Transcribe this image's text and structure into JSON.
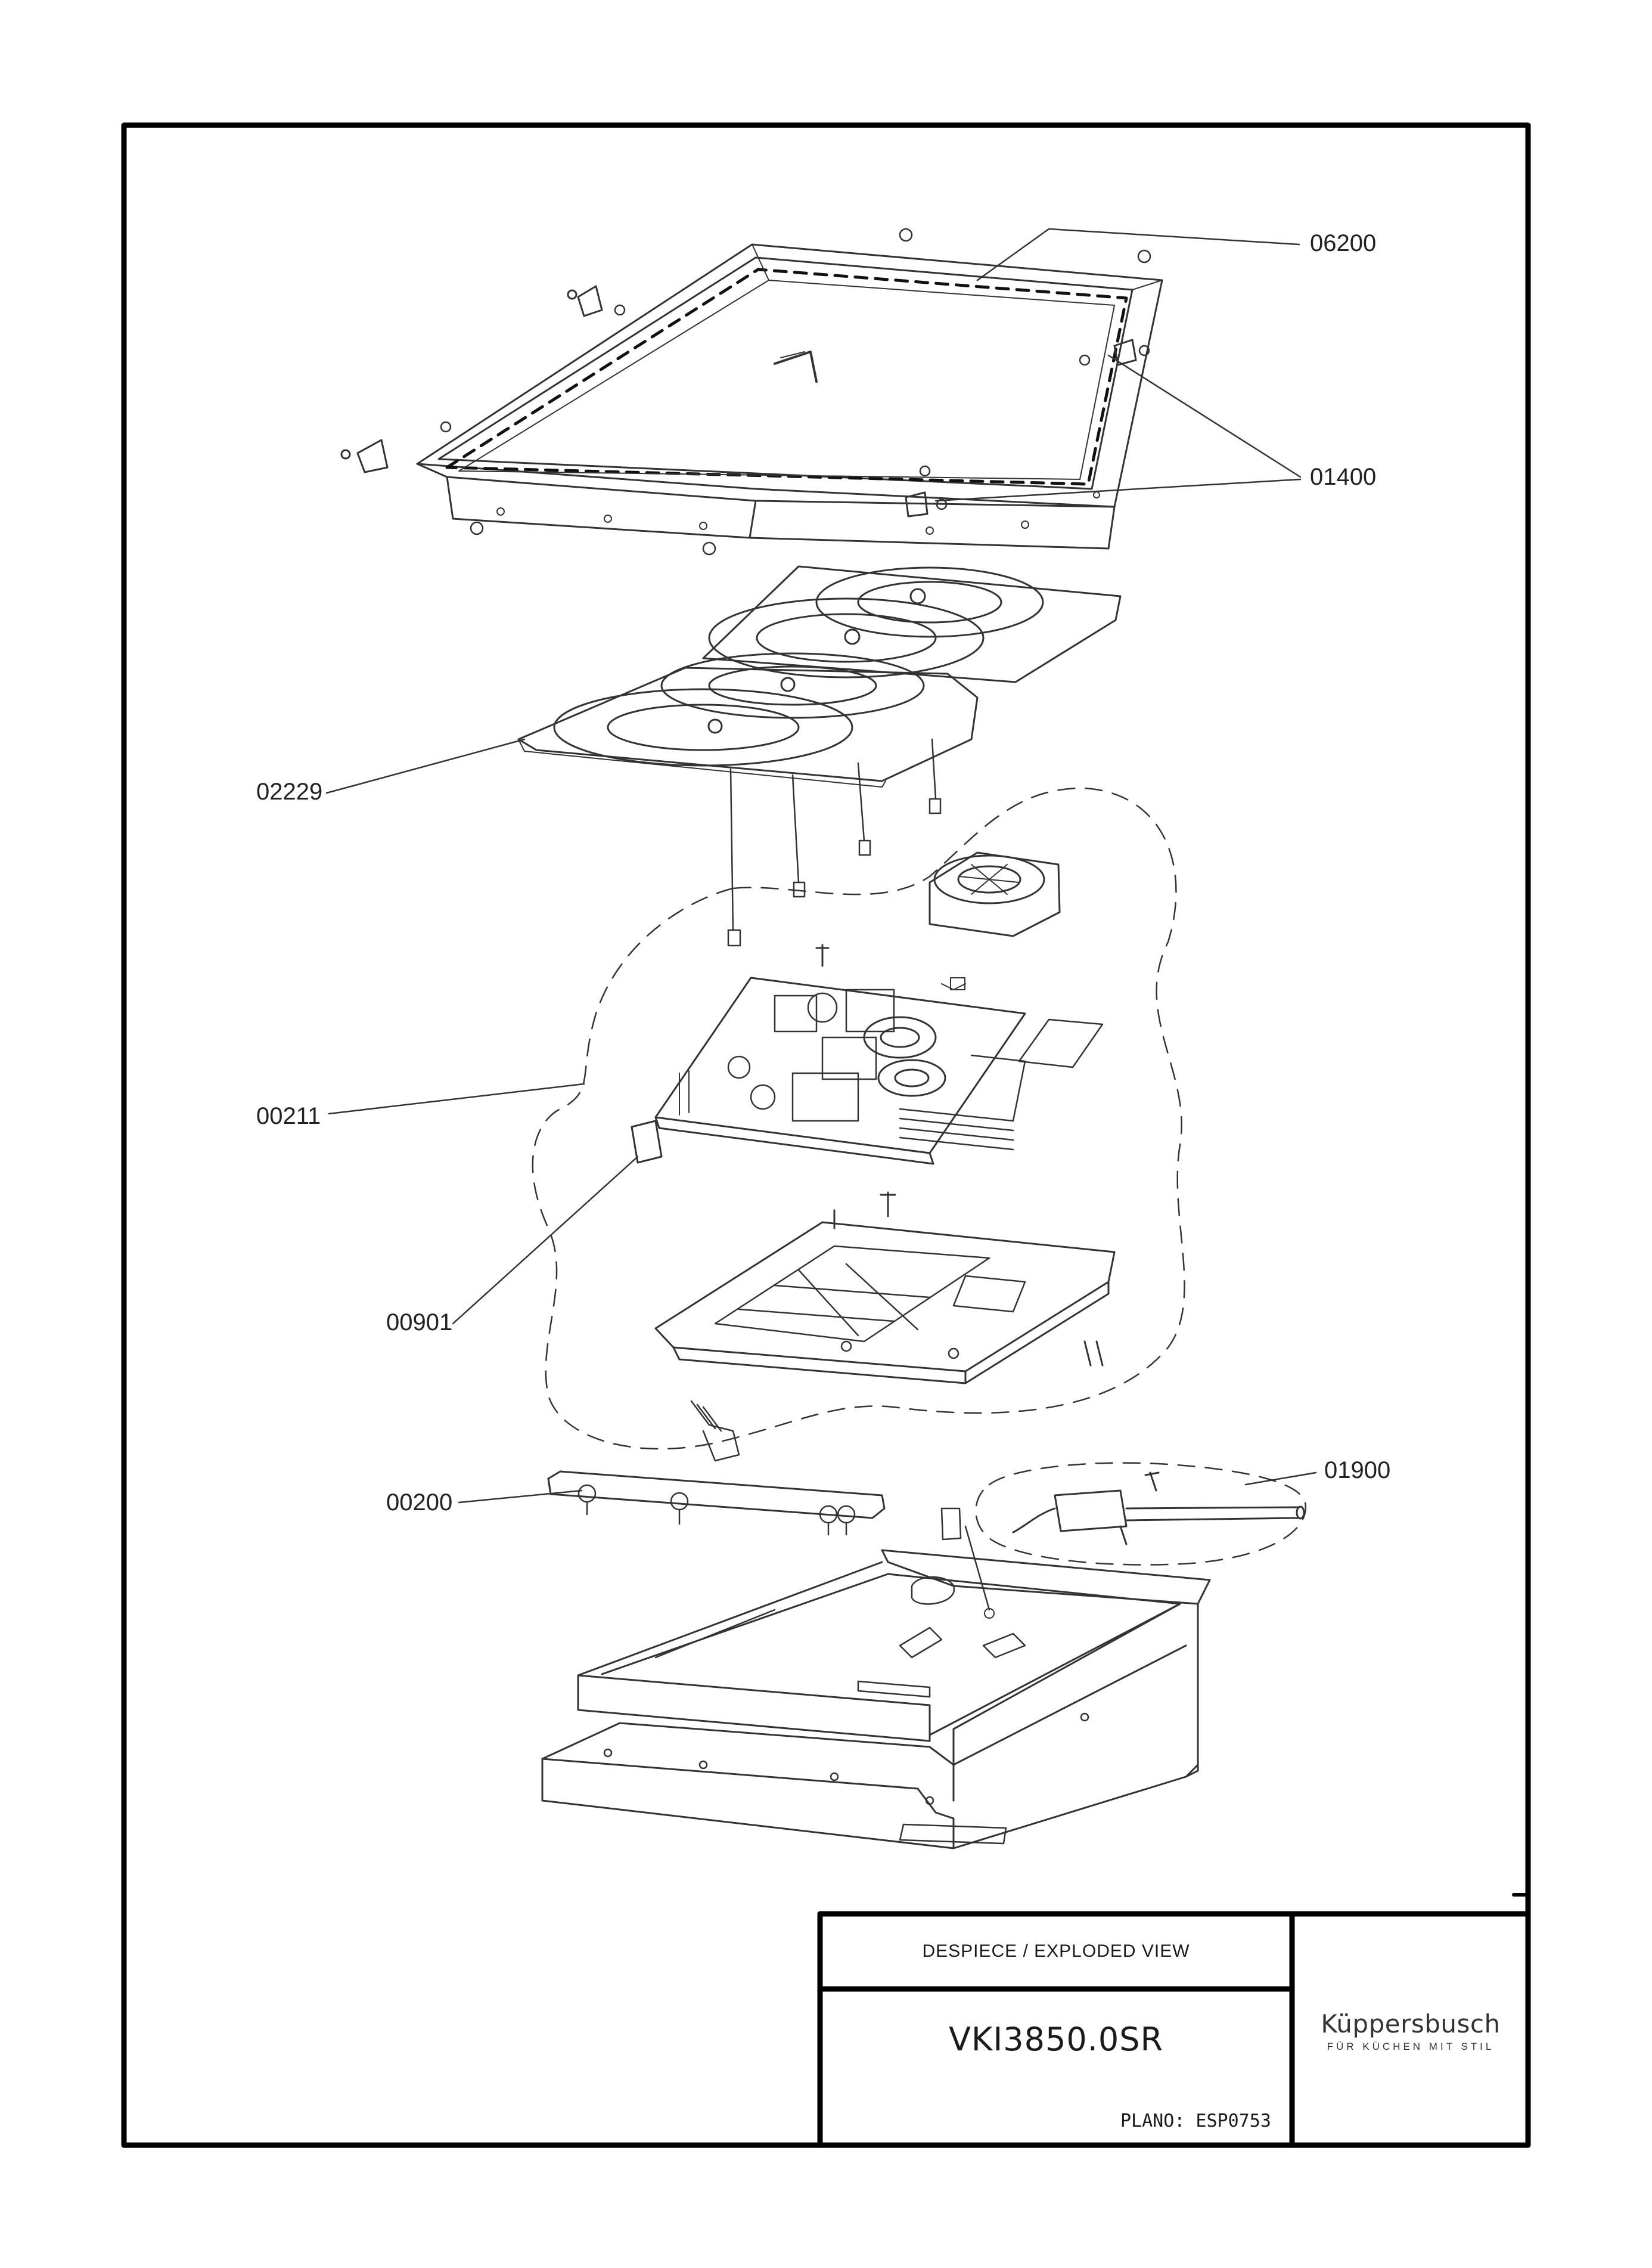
{
  "part_labels": [
    {
      "id": "06200",
      "text": "06200"
    },
    {
      "id": "01400",
      "text": "01400"
    },
    {
      "id": "02229",
      "text": "02229"
    },
    {
      "id": "00211",
      "text": "00211"
    },
    {
      "id": "00901",
      "text": "00901"
    },
    {
      "id": "00200",
      "text": "00200"
    },
    {
      "id": "01900",
      "text": "01900"
    }
  ],
  "title_block": {
    "title": "DESPIECE / EXPLODED VIEW",
    "model": "VKI3850.0SR",
    "plano": "PLANO: ESP0753",
    "brand": "Küppersbusch",
    "tagline": "FÜR KÜCHEN MIT STIL"
  }
}
